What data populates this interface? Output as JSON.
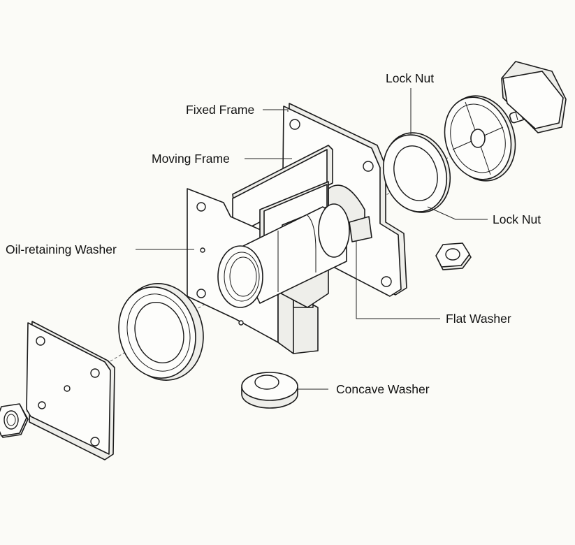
{
  "labels": {
    "fixed_frame": "Fixed Frame",
    "moving_frame": "Moving Frame",
    "lock_nut_top": "Lock Nut",
    "lock_nut_right": "Lock Nut",
    "oil_retaining_washer": "Oil-retaining Washer",
    "flat_washer": "Flat Washer",
    "concave_washer": "Concave Washer"
  },
  "colors": {
    "line": "#1a1a1a",
    "background": "#fbfbf7"
  }
}
